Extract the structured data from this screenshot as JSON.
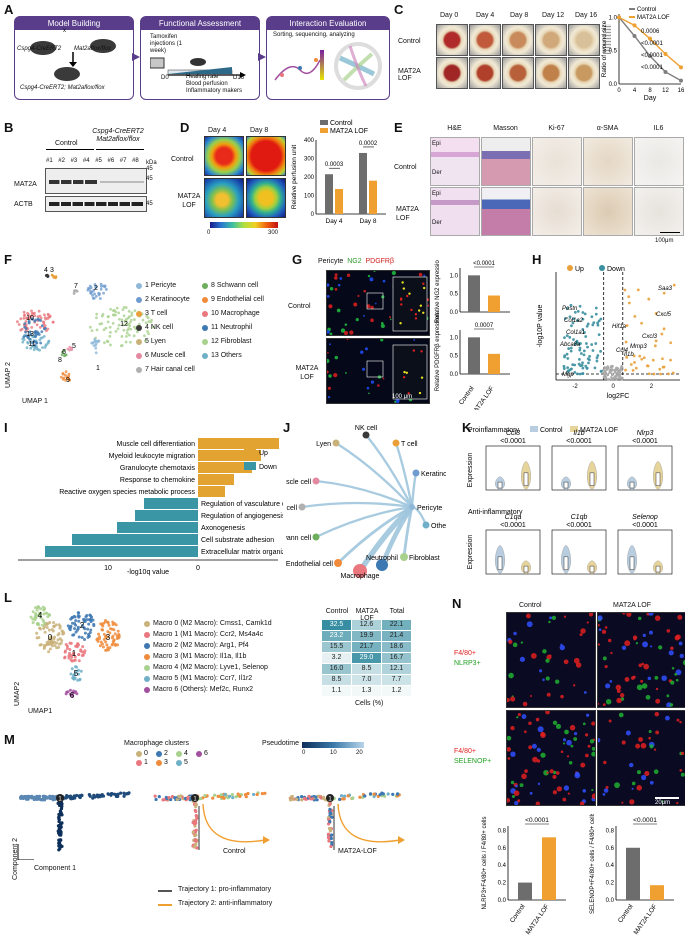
{
  "A": {
    "label": "A",
    "box1": {
      "title": "Model Building",
      "mouse1": "Cspg4-CreERT2",
      "x": "x",
      "mouse2": "Mat2aflox/flox",
      "result": "Cspg4-CreERT2; Mat2aflox/flox"
    },
    "box2": {
      "title": "Functional Assessment",
      "tamoxifen": "Tamoxifen injections (1 week)",
      "d0": "D0",
      "d16": "D16",
      "items": [
        "Healing rate",
        "Blood perfusion",
        "Inflammatory makers"
      ]
    },
    "box3": {
      "title": "Interaction Evaluation",
      "text": "Sorting, sequencing, analyzing"
    }
  },
  "B": {
    "label": "B",
    "control": "Control",
    "ko": "Cspg4-CreERT2 Mat2aflox/flox",
    "lanes": [
      "#1",
      "#2",
      "#3",
      "#4",
      "#5",
      "#6",
      "#7",
      "#8"
    ],
    "kda": "kDa",
    "bands": [
      {
        "name": "MAT2A",
        "kda": "45"
      },
      {
        "name": "ACTB",
        "kda": "45"
      }
    ],
    "upper_kda": "45"
  },
  "C": {
    "label": "C",
    "days": [
      "Day 0",
      "Day 4",
      "Day 8",
      "Day 12",
      "Day 16"
    ],
    "rows": [
      "Control",
      "MAT2A LOF"
    ],
    "chart_data": {
      "type": "line",
      "ylabel": "Ratio of wound size",
      "xlabel": "Day",
      "x": [
        0,
        4,
        8,
        12,
        16
      ],
      "xticks": [
        "0",
        "4",
        "8",
        "12",
        "16"
      ],
      "yticks": [
        "0.0",
        "0.5",
        "1.0"
      ],
      "ylim": [
        0,
        1.05
      ],
      "series": [
        {
          "name": "Control",
          "color": "#7f7f7f",
          "values": [
            1.0,
            0.72,
            0.42,
            0.18,
            0.05
          ]
        },
        {
          "name": "MAT2A LOF",
          "color": "#f0a030",
          "values": [
            1.0,
            0.88,
            0.68,
            0.45,
            0.25
          ]
        }
      ],
      "pvalues": [
        "0.0006",
        "<0.0001",
        "<0.0001",
        "<0.0001"
      ]
    }
  },
  "D": {
    "label": "D",
    "days": [
      "Day 4",
      "Day 8"
    ],
    "rows": [
      "Control",
      "MAT2A LOF"
    ],
    "scale_min": "0",
    "scale_max": "300",
    "chart_data": {
      "type": "bar",
      "categories": [
        "Day 4",
        "Day 8"
      ],
      "ylabel": "Relative perfusion unit",
      "yticks": [
        "0",
        "100",
        "200",
        "300",
        "400"
      ],
      "ylim": [
        0,
        400
      ],
      "series": [
        {
          "name": "Control",
          "color": "#6d6d6d",
          "values": [
            215,
            330
          ]
        },
        {
          "name": "MAT2A LOF",
          "color": "#f0a030",
          "values": [
            135,
            180
          ]
        }
      ],
      "pvalues": [
        "0.0003",
        "0.0002"
      ]
    }
  },
  "E": {
    "label": "E",
    "stains": [
      "H&E",
      "Masson",
      "Ki-67",
      "α-SMA",
      "IL6"
    ],
    "rows": [
      "Control",
      "MAT2A LOF"
    ],
    "epi": "Epi",
    "der": "Der",
    "scale": "100μm"
  },
  "F": {
    "label": "F",
    "xaxis": "UMAP 1",
    "yaxis": "UMAP 2",
    "clusters": [
      {
        "n": "1",
        "name": "1 Pericyte",
        "color": "#8fb8d8"
      },
      {
        "n": "2",
        "name": "2 Keratinocyte",
        "color": "#6f9ccf"
      },
      {
        "n": "3",
        "name": "3 T cell",
        "color": "#e9a03b"
      },
      {
        "n": "4",
        "name": "4 NK cell",
        "color": "#3a3a3a"
      },
      {
        "n": "5",
        "name": "5 Lyen",
        "color": "#c9b27a"
      },
      {
        "n": "6",
        "name": "6 Muscle cell",
        "color": "#e38aa0"
      },
      {
        "n": "7",
        "name": "7 Hair canal cell",
        "color": "#b0b0b0"
      },
      {
        "n": "8",
        "name": "8 Schwann cell",
        "color": "#6cae5c"
      },
      {
        "n": "9",
        "name": "9 Endothelial cell",
        "color": "#ef8b3a"
      },
      {
        "n": "10",
        "name": "10 Macrophage",
        "color": "#e9777d"
      },
      {
        "n": "11",
        "name": "11 Neutrophil",
        "color": "#3d78b3"
      },
      {
        "n": "12",
        "name": "12 Fibroblast",
        "color": "#a9d18e"
      },
      {
        "n": "13",
        "name": "13 Others",
        "color": "#6fb0c8"
      }
    ]
  },
  "G": {
    "label": "G",
    "pericyte": "Pericyte",
    "ng2": "NG2",
    "pdgfrb": "PDGFRβ",
    "rows": [
      "Control",
      "MAT2A LOF"
    ],
    "scale": "100 μm",
    "chart_data": [
      {
        "type": "bar",
        "categories": [
          "Control",
          "MAT2A LOF"
        ],
        "ylabel": "Relative NG2 expression",
        "yticks": [
          "0.0",
          "0.5",
          "1.0"
        ],
        "ylim": [
          0,
          1.2
        ],
        "values": [
          1.0,
          0.45
        ],
        "colors": [
          "#6d6d6d",
          "#f0a030"
        ],
        "pvalue": "<0.0001"
      },
      {
        "type": "bar",
        "categories": [
          "Control",
          "MAT2A LOF"
        ],
        "ylabel": "Relative PDGFRβ expression",
        "yticks": [
          "0.0",
          "0.5",
          "1.0"
        ],
        "ylim": [
          0,
          1.2
        ],
        "values": [
          1.0,
          0.55
        ],
        "colors": [
          "#6d6d6d",
          "#f0a030"
        ],
        "pvalue": "0.0007"
      }
    ],
    "xcats": [
      "Control",
      "MAT2A LOF"
    ]
  },
  "H": {
    "label": "H",
    "legend": [
      {
        "name": "Up",
        "color": "#e9a03b"
      },
      {
        "name": "Down",
        "color": "#3a8fa0"
      }
    ],
    "xlabel": "log2FC",
    "ylabel": "-log10P value",
    "xticks": [
      "-2",
      "0",
      "2"
    ],
    "genes_up": [
      "Saa3",
      "Cxcl5",
      "Cxcl3",
      "Mmp3",
      "Il1b",
      "Ccl4",
      "Hif1a"
    ],
    "genes_down": [
      "Postn",
      "Col1a2",
      "Mgp",
      "Col1a1",
      "Abca8a"
    ]
  },
  "I": {
    "label": "I",
    "xlabel": "-log10q value",
    "xticks": [
      "10",
      "0",
      "10"
    ],
    "legend": [
      {
        "name": "Up",
        "color": "#e3a330"
      },
      {
        "name": "Down",
        "color": "#3a95a5"
      }
    ],
    "chart_data": {
      "type": "bar",
      "categories": [
        "Muscle cell differentiation",
        "Myeloid leukocyte migration",
        "Granulocyte chemotaxis",
        "Response to chemokine",
        "Reactive oxygen species metabolic process",
        "Regulation of vasculature development",
        "Regulation of angiogenesis",
        "Axonogenesis",
        "Cell substrate adhesion",
        "Extracellular matrix organization"
      ],
      "values": [
        9,
        7,
        6,
        4,
        3,
        -6,
        -7,
        -9,
        -14,
        -17
      ],
      "direction": [
        "Up",
        "Up",
        "Up",
        "Up",
        "Up",
        "Down",
        "Down",
        "Down",
        "Down",
        "Down"
      ]
    }
  },
  "J": {
    "label": "J",
    "nodes": [
      {
        "name": "Lyen",
        "color": "#c9b27a"
      },
      {
        "name": "NK cell",
        "color": "#3a3a3a"
      },
      {
        "name": "T cell",
        "color": "#e9a03b"
      },
      {
        "name": "Keratinocyte",
        "color": "#6f9ccf"
      },
      {
        "name": "Muscle cell",
        "color": "#e38aa0"
      },
      {
        "name": "Hair canal cell",
        "color": "#b0b0b0"
      },
      {
        "name": "Pericyte",
        "color": "#8fb8d8"
      },
      {
        "name": "Schwann cell",
        "color": "#6cae5c"
      },
      {
        "name": "Others",
        "color": "#6fb0c8"
      },
      {
        "name": "Endothelial cell",
        "color": "#ef8b3a"
      },
      {
        "name": "Fibroblast",
        "color": "#a9d18e"
      },
      {
        "name": "Macrophage",
        "color": "#e9777d"
      },
      {
        "name": "Neutrophil",
        "color": "#3d78b3"
      }
    ]
  },
  "K": {
    "label": "K",
    "legend": [
      {
        "name": "Control",
        "color": "#b8cde0"
      },
      {
        "name": "MAT2A LOF",
        "color": "#e6d49a"
      }
    ],
    "proinflammatory": "Proinflammatory",
    "antiinflammatory": "Anti-inflammatory",
    "ylabel": "Expression",
    "pro_genes": [
      {
        "name": "Ccl3",
        "p": "<0.0001"
      },
      {
        "name": "Il1b",
        "p": "<0.0001"
      },
      {
        "name": "Nlrp3",
        "p": "<0.0001"
      }
    ],
    "anti_genes": [
      {
        "name": "C1qa",
        "p": "<0.0001"
      },
      {
        "name": "C1qb",
        "p": "<0.0001"
      },
      {
        "name": "Selenop",
        "p": "<0.0001"
      }
    ]
  },
  "L": {
    "label": "L",
    "xaxis": "UMAP1",
    "yaxis": "UMAP2",
    "table_head": [
      "Control",
      "MAT2A LOF",
      "Total"
    ],
    "footer": "Cells (%)",
    "rows": [
      {
        "name": "Macro  0 (M2 Macro): Cmss1, Camk1d",
        "color": "#c9b27a",
        "vals": [
          "32.5",
          "12.6",
          "22.1"
        ]
      },
      {
        "name": "Macro  1 (M1 Macro): Ccr2, Ms4a4c",
        "color": "#e9777d",
        "vals": [
          "23.2",
          "19.9",
          "21.4"
        ]
      },
      {
        "name": "Macro  2 (M2 Macro): Arg1, Pf4",
        "color": "#3d78b3",
        "vals": [
          "15.5",
          "21.7",
          "18.6"
        ]
      },
      {
        "name": "Macro  3 (M1 Macro): Il1a, Il1b",
        "color": "#ef8b3a",
        "vals": [
          "3.2",
          "29.0",
          "16.7"
        ]
      },
      {
        "name": "Macro  4 (M2 Macro): Lyve1, Selenop",
        "color": "#a9d18e",
        "vals": [
          "16.0",
          "8.5",
          "12.1"
        ]
      },
      {
        "name": "Macro  5 (M1 Macro): Ccr7, Il1r2",
        "color": "#6fb0c8",
        "vals": [
          "8.5",
          "7.0",
          "7.7"
        ]
      },
      {
        "name": "Macro  6 (Others): Mef2c, Runx2",
        "color": "#a24fa0",
        "vals": [
          "1.1",
          "1.3",
          "1.2"
        ]
      }
    ]
  },
  "M": {
    "label": "M",
    "clusters_title": "Macrophage clusters",
    "pseudotime_title": "Pseudotime",
    "pseudo_ticks": [
      "0",
      "10",
      "20"
    ],
    "clusters": [
      {
        "n": "0",
        "color": "#c9b27a"
      },
      {
        "n": "1",
        "color": "#e9777d"
      },
      {
        "n": "2",
        "color": "#3d78b3"
      },
      {
        "n": "3",
        "color": "#ef8b3a"
      },
      {
        "n": "4",
        "color": "#a9d18e"
      },
      {
        "n": "5",
        "color": "#6fb0c8"
      },
      {
        "n": "6",
        "color": "#a24fa0"
      }
    ],
    "xaxis": "Component 1",
    "yaxis": "Component 2",
    "panels": [
      "Control",
      "MAT2A-LOF"
    ],
    "traj1": "Trajectory 1: pro-inflammatory",
    "traj2": "Trajectory 2: anti-inflammatory"
  },
  "N": {
    "label": "N",
    "cols": [
      "Control",
      "MAT2A LOF"
    ],
    "row1": [
      "F4/80+",
      "NLRP3+"
    ],
    "row2": [
      "F4/80+",
      "SELENOP+"
    ],
    "scale": "20μm",
    "chart_data": [
      {
        "type": "bar",
        "categories": [
          "Control",
          "MAT2A LOF"
        ],
        "ylabel": "NLRP3+F4/80+ cells / F4/80+ cells",
        "yticks": [
          "0.0",
          "0.2",
          "0.4",
          "0.6",
          "0.8"
        ],
        "ylim": [
          0,
          0.85
        ],
        "values": [
          0.2,
          0.72
        ],
        "colors": [
          "#6d6d6d",
          "#f0a030"
        ],
        "pvalue": "<0.0001"
      },
      {
        "type": "bar",
        "categories": [
          "Control",
          "MAT2A LOF"
        ],
        "ylabel": "SELENOP+F4/80+ cells / F4/80+ cells",
        "yticks": [
          "0.0",
          "0.2",
          "0.4",
          "0.6",
          "0.8"
        ],
        "ylim": [
          0,
          0.85
        ],
        "values": [
          0.6,
          0.17
        ],
        "colors": [
          "#6d6d6d",
          "#f0a030"
        ],
        "pvalue": "<0.0001"
      }
    ]
  }
}
